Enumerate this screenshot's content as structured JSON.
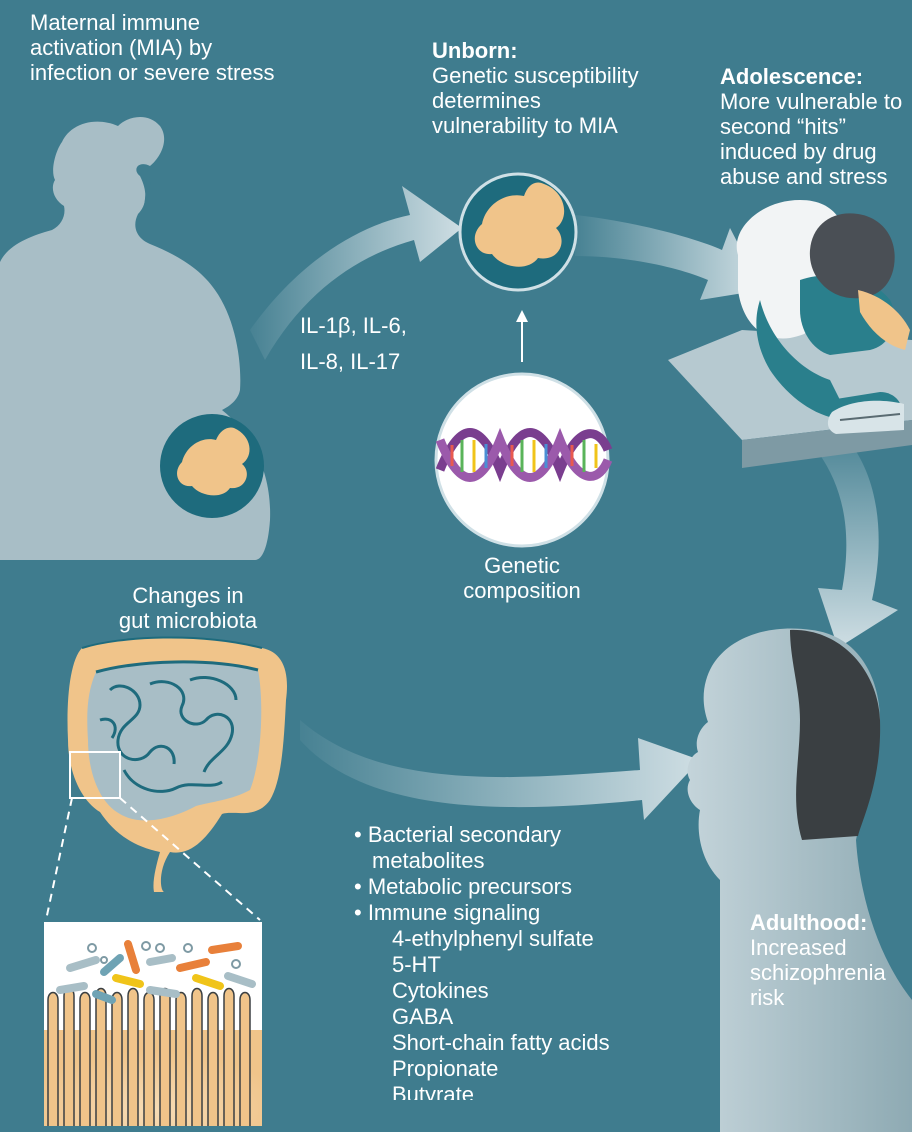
{
  "colors": {
    "background": "#3f7c8e",
    "silhouette": "#a8bec6",
    "skin": "#f0c48a",
    "womb": "#1e6b7d",
    "arrow": "#dfe9ed",
    "dark_head": "#3a3f42",
    "jeans": "#2a7f8c"
  },
  "labels": {
    "maternal": [
      "Maternal immune",
      "activation (MIA) by",
      "infection or severe stress"
    ],
    "cytokines": [
      "IL-1β, IL-6,",
      "IL-8, IL-17"
    ],
    "unborn_title": "Unborn:",
    "unborn_body": [
      "Genetic susceptibility",
      "determines",
      "vulnerability to MIA"
    ],
    "adolescence_title": "Adolescence:",
    "adolescence_body": [
      "More vulnerable to",
      "second “hits”",
      "induced by drug",
      "abuse and stress"
    ],
    "genetic": [
      "Genetic",
      "composition"
    ],
    "gut": [
      "Changes in",
      "gut microbiota"
    ],
    "adulthood_title": "Adulthood:",
    "adulthood_body": [
      "Increased",
      "schizophrenia",
      "risk"
    ]
  },
  "mechanisms": {
    "bullets": [
      "• Bacterial secondary",
      "metabolites",
      "• Metabolic precursors",
      "• Immune signaling"
    ],
    "items": [
      "4-ethylphenyl sulfate",
      "5-HT",
      "Cytokines",
      "GABA",
      "Short-chain fatty acids",
      "Propionate",
      "Butyrate"
    ]
  },
  "icons": [
    "pregnant-woman-silhouette",
    "fetus-icon",
    "dna-helix-icon",
    "teen-crouching-figure",
    "intestine-icon",
    "microbiota-closeup",
    "adult-head-silhouette"
  ]
}
